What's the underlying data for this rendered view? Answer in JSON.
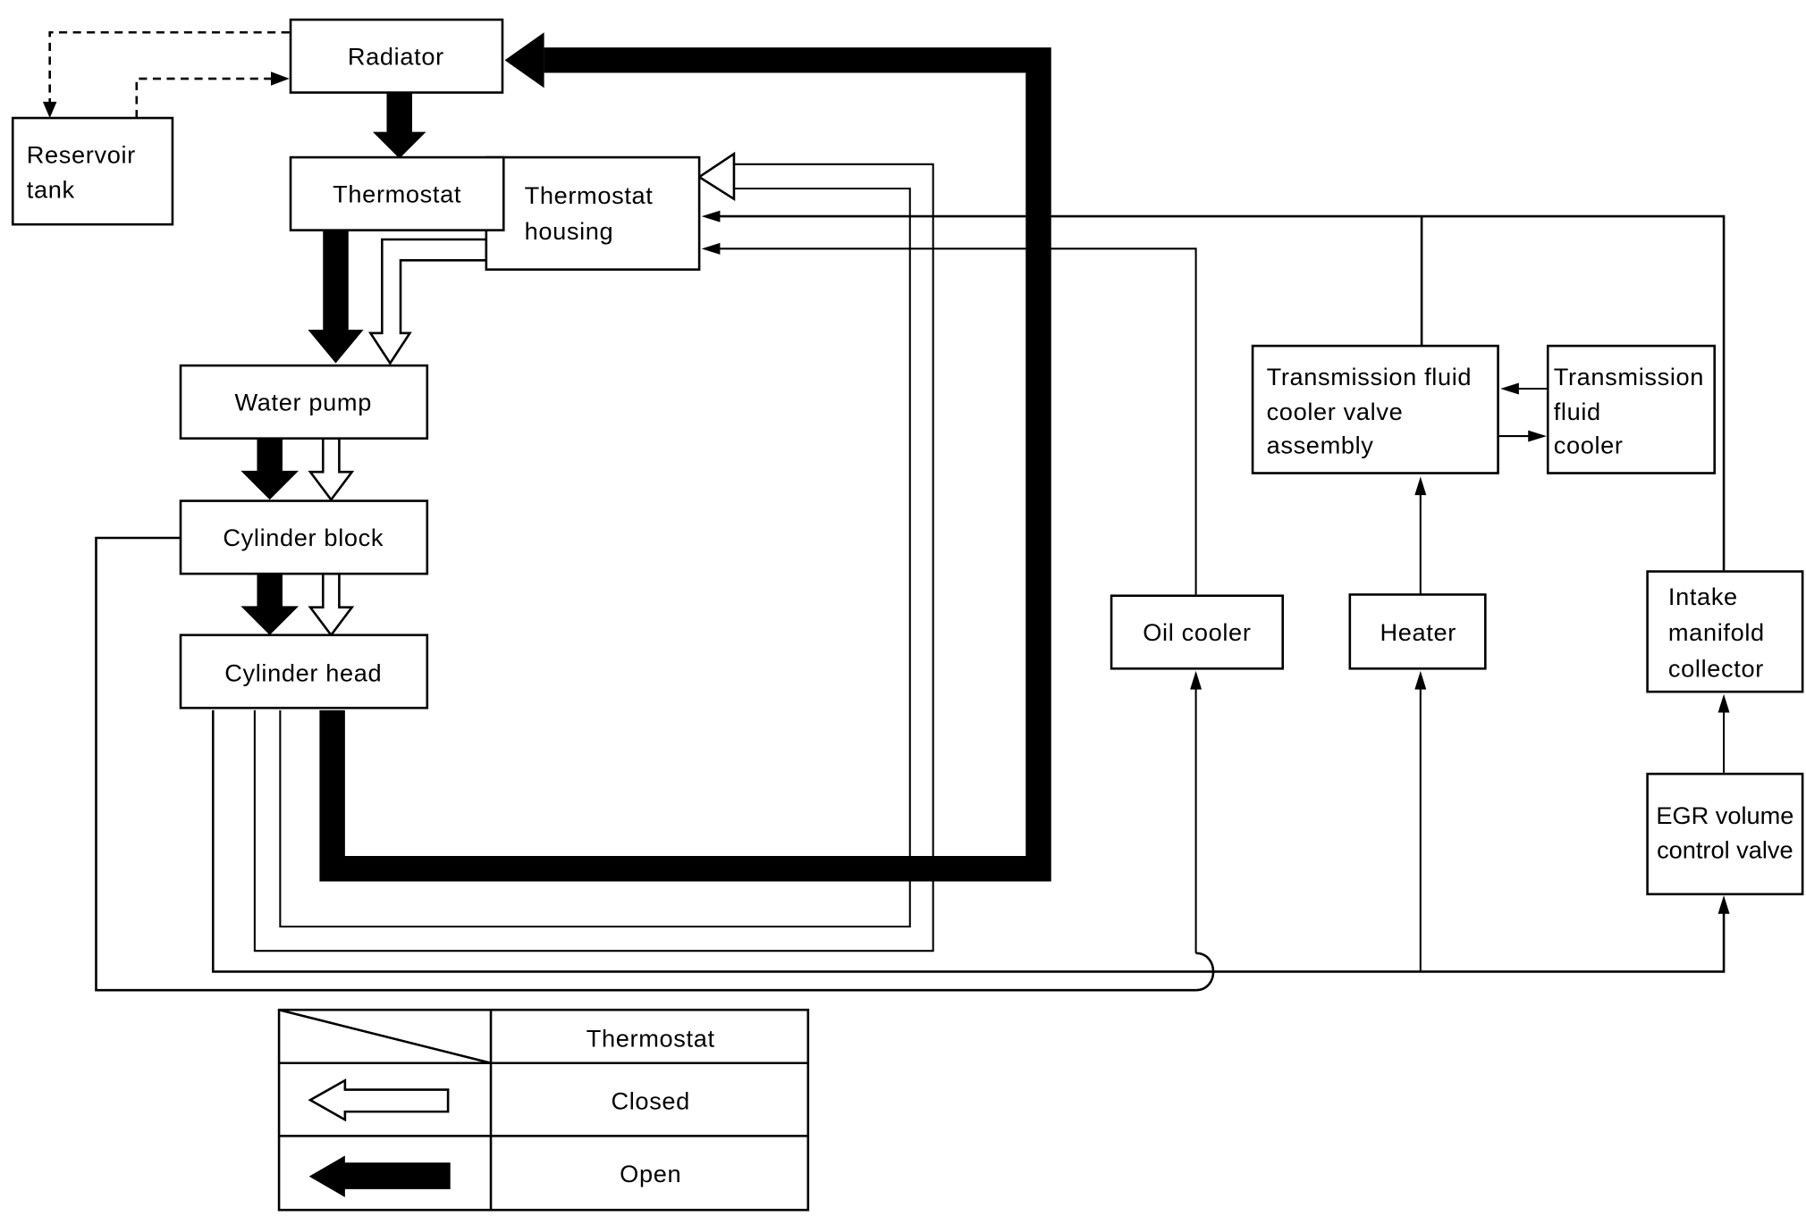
{
  "title": "Engine cooling system circuit diagram",
  "components": {
    "radiator": "Radiator",
    "reservoir_tank": [
      "Reservoir",
      "tank"
    ],
    "thermostat": "Thermostat",
    "thermostat_housing": [
      "Thermostat",
      "housing"
    ],
    "water_pump": "Water pump",
    "cylinder_block": "Cylinder block",
    "cylinder_head": "Cylinder head",
    "oil_cooler": "Oil cooler",
    "heater": "Heater",
    "transmission_valve": [
      "Transmission fluid",
      "cooler valve",
      "assembly"
    ],
    "transmission_cooler": [
      "Transmission",
      "fluid",
      "cooler"
    ],
    "intake_manifold": [
      "Intake",
      "manifold",
      "collector"
    ],
    "egr_valve": [
      "EGR volume",
      "control valve"
    ]
  },
  "legend": {
    "header": "Thermostat",
    "rows": [
      {
        "symbol": "open-arrow-icon",
        "label": "Closed"
      },
      {
        "symbol": "solid-arrow-icon",
        "label": "Open"
      }
    ]
  }
}
